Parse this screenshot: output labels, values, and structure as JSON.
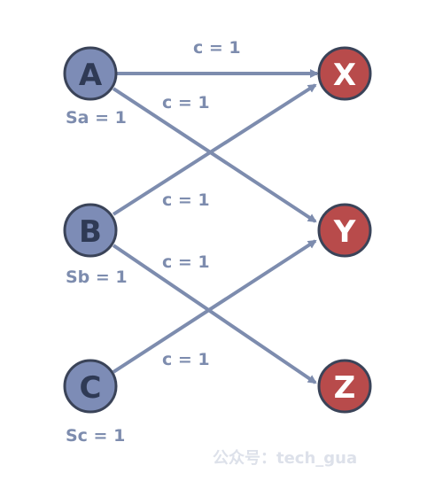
{
  "colors": {
    "source_fill": "#7d8cb6",
    "source_text": "#2f3a55",
    "sink_fill": "#b84b4b",
    "sink_text": "#ffffff",
    "edge": "#7d8cae"
  },
  "nodes": [
    {
      "id": "A",
      "label": "A",
      "role": "source"
    },
    {
      "id": "B",
      "label": "B",
      "role": "source"
    },
    {
      "id": "C",
      "label": "C",
      "role": "source"
    },
    {
      "id": "X",
      "label": "X",
      "role": "sink"
    },
    {
      "id": "Y",
      "label": "Y",
      "role": "sink"
    },
    {
      "id": "Z",
      "label": "Z",
      "role": "sink"
    }
  ],
  "supplies": [
    {
      "node": "A",
      "text": "Sa = 1"
    },
    {
      "node": "B",
      "text": "Sb = 1"
    },
    {
      "node": "C",
      "text": "Sc = 1"
    }
  ],
  "edges": [
    {
      "from": "A",
      "to": "X",
      "label": "c = 1"
    },
    {
      "from": "A",
      "to": "Y",
      "label": "c = 1"
    },
    {
      "from": "B",
      "to": "X",
      "label": "c = 1"
    },
    {
      "from": "B",
      "to": "Z",
      "label": "c = 1"
    },
    {
      "from": "C",
      "to": "Y",
      "label": "c = 1"
    }
  ],
  "watermark": "公众号：tech_gua"
}
